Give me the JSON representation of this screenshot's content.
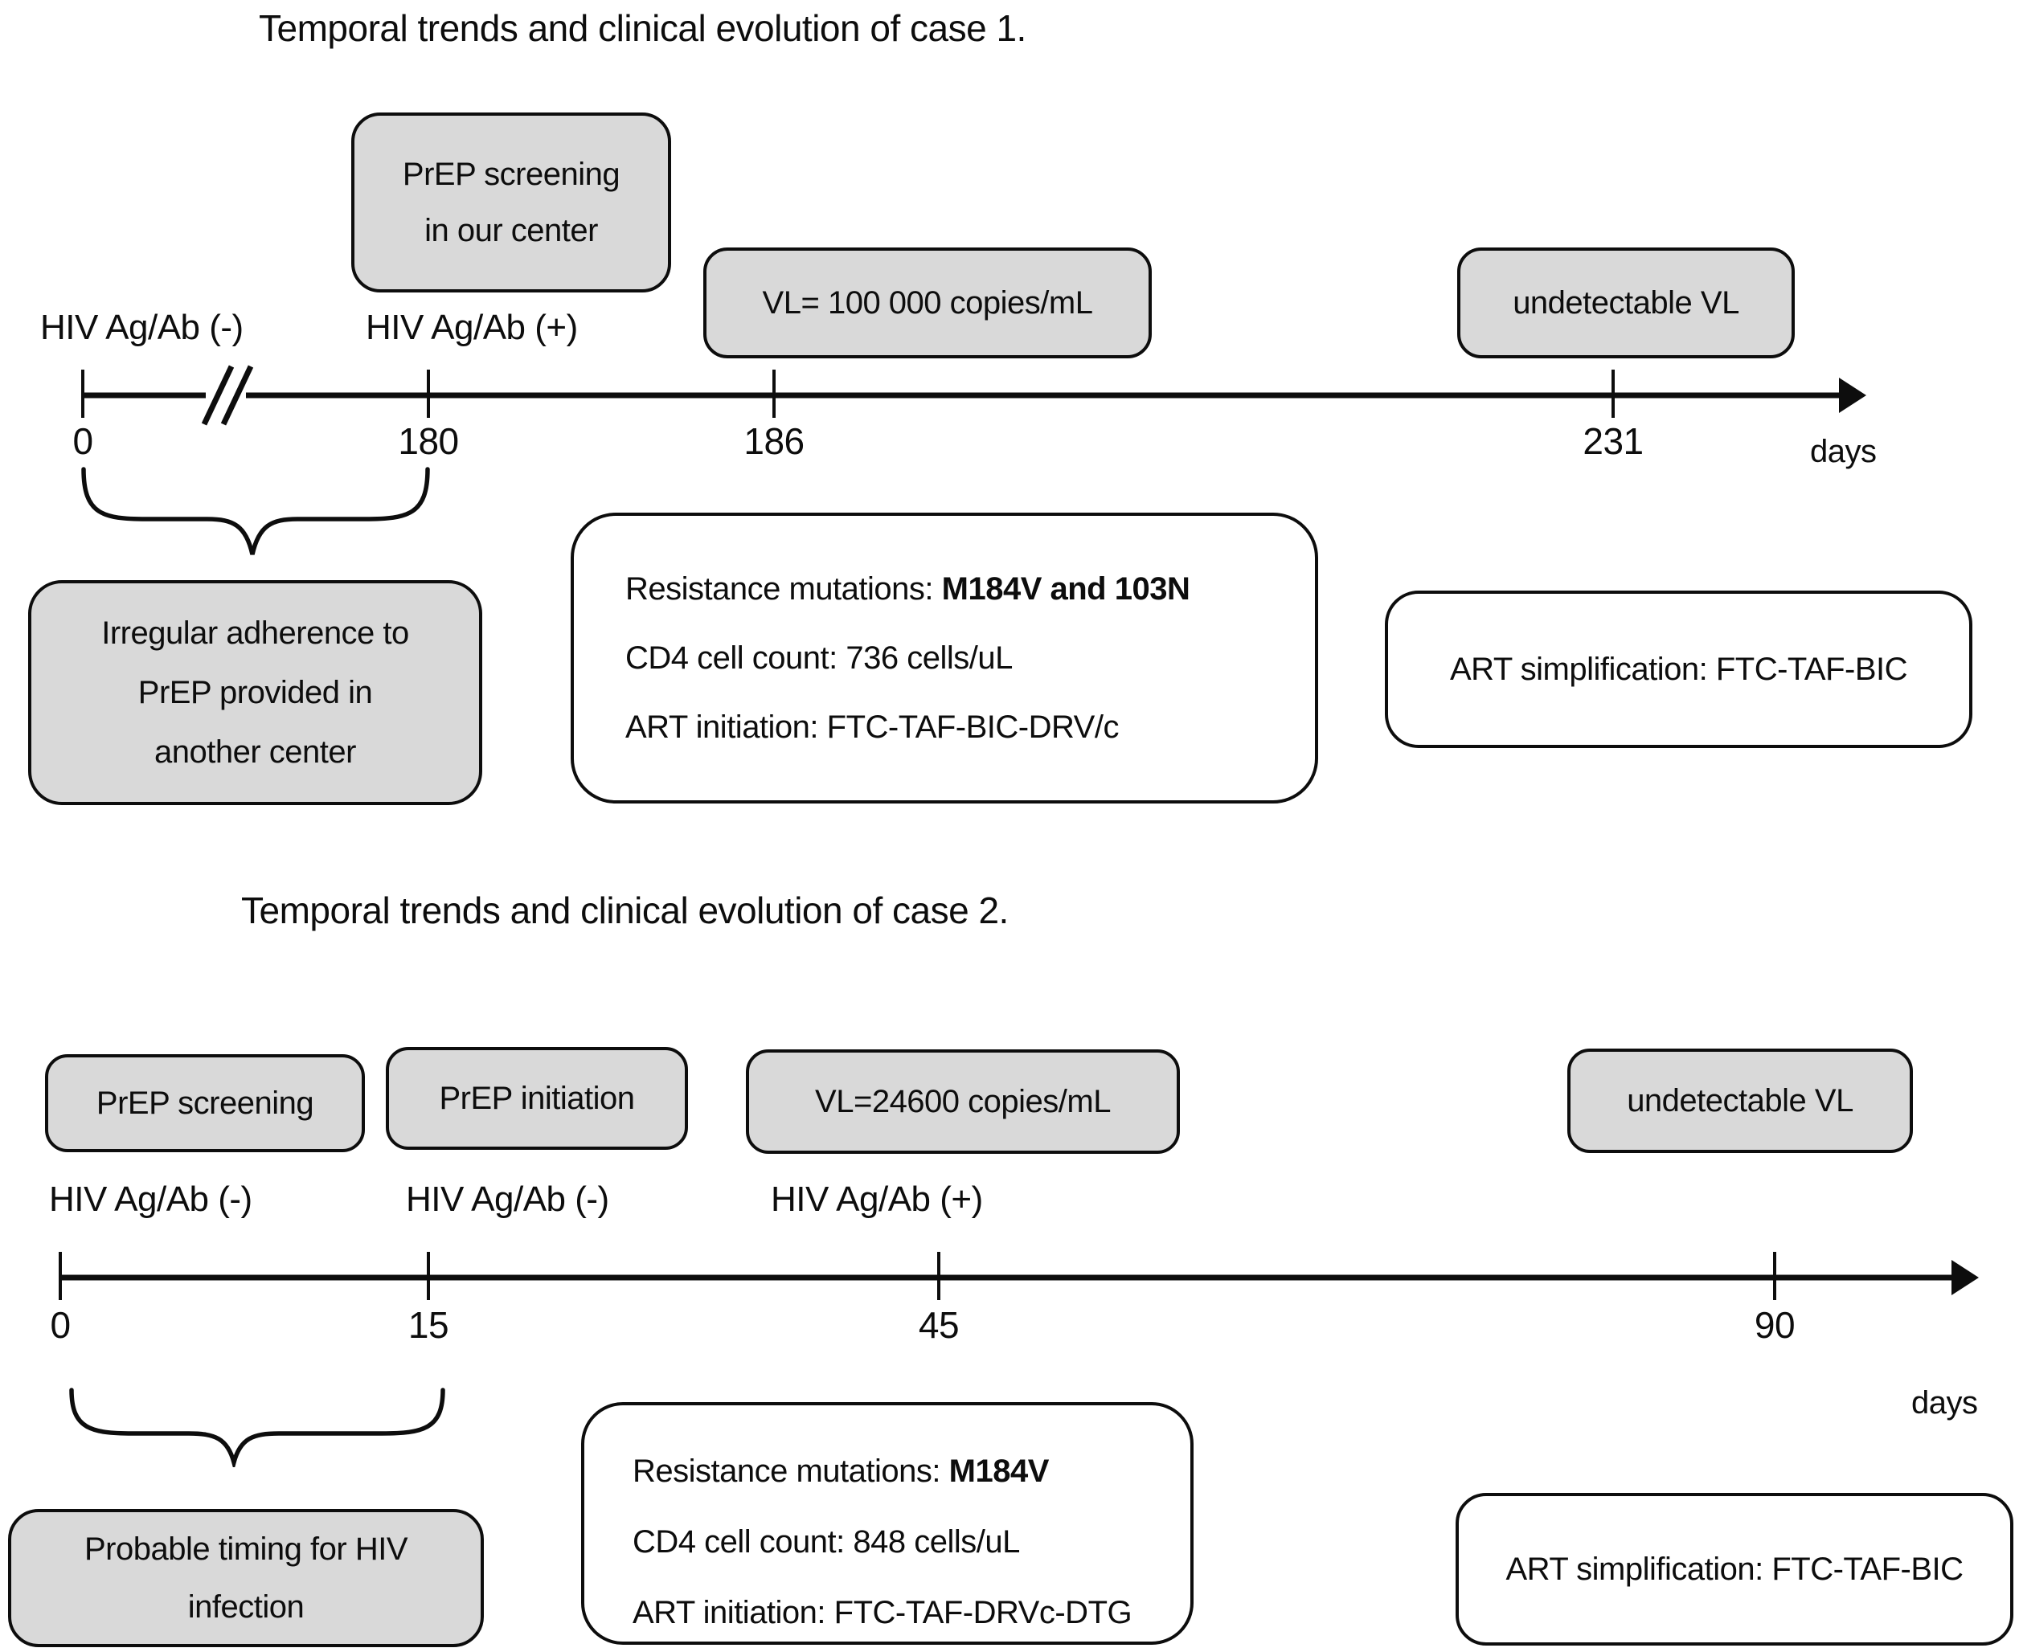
{
  "case1": {
    "title": "Temporal trends and clinical evolution of case 1.",
    "events": {
      "prep_screening_line1": "PrEP screening",
      "prep_screening_line2": "in our center",
      "hiv_negative": "HIV Ag/Ab (-)",
      "hiv_positive": "HIV Ag/Ab (+)",
      "viral_load": "VL= 100 000 copies/mL",
      "undetectable": "undetectable VL"
    },
    "timeline": {
      "ticks": [
        "0",
        "180",
        "186",
        "231"
      ],
      "unit": "days"
    },
    "note": {
      "line1": "Irregular adherence to",
      "line2": "PrEP provided in",
      "line3": "another center"
    },
    "details": {
      "resistance_label": "Resistance mutations: ",
      "resistance_value": "M184V and 103N",
      "cd4": "CD4 cell count: 736 cells/uL",
      "art": "ART initiation: FTC-TAF-BIC-DRV/c"
    },
    "simplification": "ART simplification: FTC-TAF-BIC"
  },
  "case2": {
    "title": "Temporal trends and clinical evolution of case 2.",
    "events": {
      "prep_screening": "PrEP screening",
      "prep_initiation": "PrEP initiation",
      "hiv_negative_1": "HIV Ag/Ab (-)",
      "hiv_negative_2": "HIV Ag/Ab (-)",
      "hiv_positive": "HIV Ag/Ab (+)",
      "viral_load": "VL=24600 copies/mL",
      "undetectable": "undetectable VL"
    },
    "timeline": {
      "ticks": [
        "0",
        "15",
        "45",
        "90"
      ],
      "unit": "days"
    },
    "note": {
      "line1": "Probable timing for HIV",
      "line2": "infection"
    },
    "details": {
      "resistance_label": "Resistance mutations: ",
      "resistance_value": "M184V",
      "cd4": "CD4 cell count: 848 cells/uL",
      "art": "ART initiation: FTC-TAF-DRVc-DTG"
    },
    "simplification": "ART simplification: FTC-TAF-BIC"
  },
  "colors": {
    "box_fill": "#d9d9d9",
    "stroke": "#0d0d0d"
  }
}
